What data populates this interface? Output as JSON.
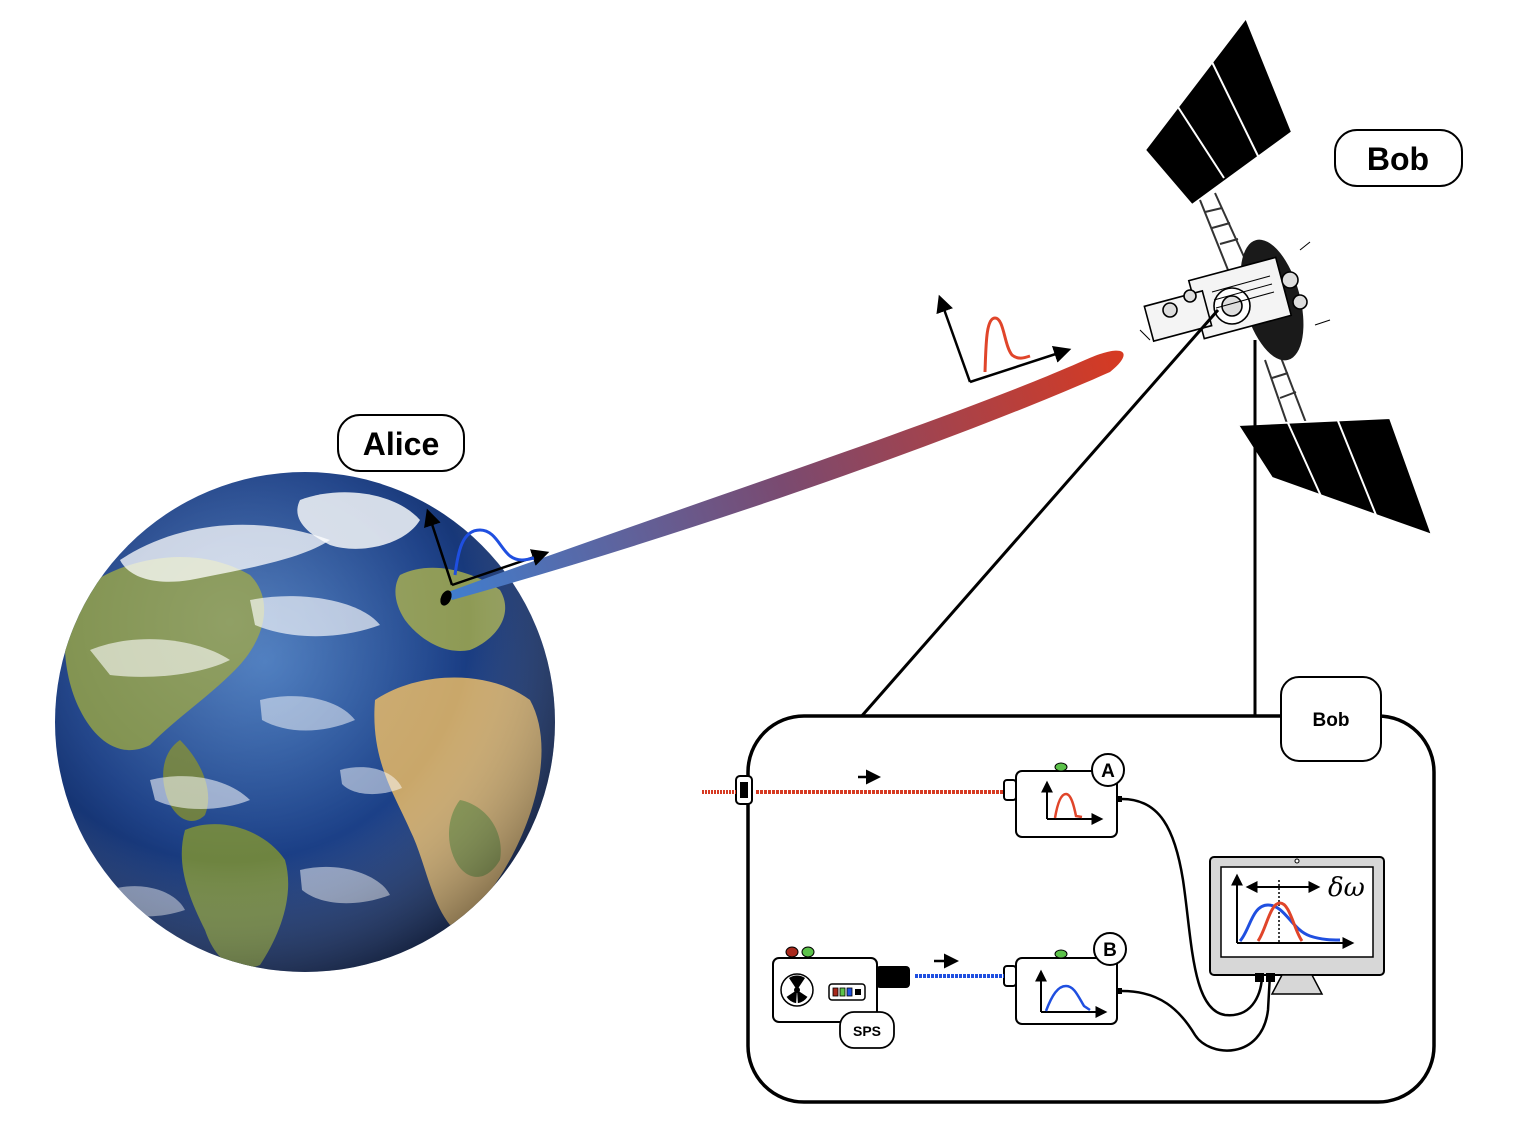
{
  "labels": {
    "alice": "Alice",
    "bob_main": "Bob",
    "bob_box": "Bob",
    "detector_a": "A",
    "detector_b": "B",
    "source": "SPS",
    "frequency_shift": "δω"
  },
  "colors": {
    "alice_pulse": "#1f4fe0",
    "bob_pulse": "#e0452a",
    "beam_start": "#3f7fd0",
    "beam_end": "#d63a22",
    "led_green": "#5cc24a",
    "led_red": "#a8281c",
    "panel": "#000000"
  },
  "icons": {
    "earth": "earth-globe-icon",
    "satellite": "satellite-icon",
    "radiation": "radiation-icon",
    "monitor": "monitor-icon"
  }
}
